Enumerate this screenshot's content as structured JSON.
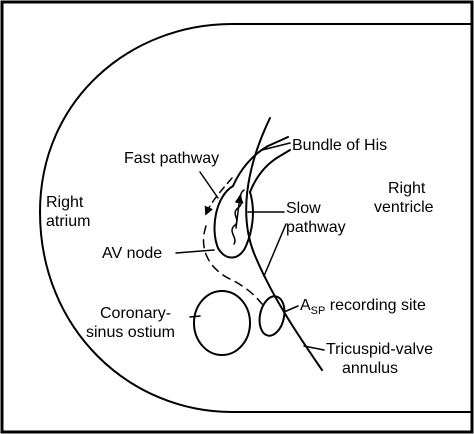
{
  "labels": {
    "right_atrium_1": "Right",
    "right_atrium_2": "atrium",
    "right_ventricle_1": "Right",
    "right_ventricle_2": "ventricle",
    "fast_pathway": "Fast pathway",
    "bundle_of_his": "Bundle of His",
    "slow_pathway_1": "Slow",
    "slow_pathway_2": "pathway",
    "av_node": "AV node",
    "coronary_sinus_1": "Coronary-",
    "coronary_sinus_2": "sinus ostium",
    "asp_main": "A",
    "asp_sub": "SP",
    "asp_rest": " recording site",
    "tricuspid_1": "Tricuspid-valve",
    "tricuspid_2": "annulus"
  }
}
